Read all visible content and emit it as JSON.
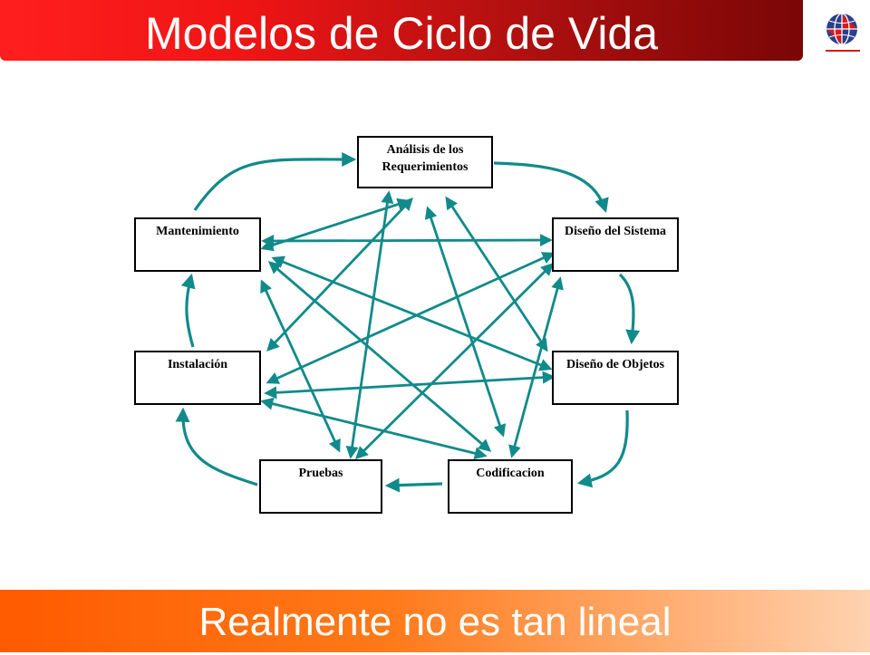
{
  "slide": {
    "title": "Modelos de Ciclo de Vida",
    "footer": "Realmente no es tan lineal"
  },
  "colors": {
    "title_red": "#e01010",
    "footer_orange": "#ff6a10",
    "arrow_teal": "#118a8a"
  },
  "logo": {
    "icon": "globe-logo-icon"
  },
  "nodes": {
    "analisis": "Análisis de los Requerimientos",
    "diseno_sistema": "Diseño del Sistema",
    "diseno_objetos": "Diseño de Objetos",
    "codificacion": "Codificacion",
    "pruebas": "Pruebas",
    "instalacion": "Instalación",
    "mantenimiento": "Mantenimiento"
  },
  "cycle": [
    {
      "from": "mantenimiento",
      "to": "analisis"
    },
    {
      "from": "analisis",
      "to": "diseno_sistema"
    },
    {
      "from": "diseno_sistema",
      "to": "diseno_objetos"
    },
    {
      "from": "diseno_objetos",
      "to": "codificacion"
    },
    {
      "from": "codificacion",
      "to": "pruebas"
    },
    {
      "from": "pruebas",
      "to": "instalacion"
    },
    {
      "from": "instalacion",
      "to": "mantenimiento"
    }
  ],
  "cross_links": [
    [
      "mantenimiento",
      "diseno_sistema"
    ],
    [
      "mantenimiento",
      "analisis"
    ],
    [
      "mantenimiento",
      "diseno_objetos"
    ],
    [
      "mantenimiento",
      "codificacion"
    ],
    [
      "mantenimiento",
      "pruebas"
    ],
    [
      "analisis",
      "instalacion"
    ],
    [
      "analisis",
      "pruebas"
    ],
    [
      "analisis",
      "codificacion"
    ],
    [
      "analisis",
      "diseno_objetos"
    ],
    [
      "diseno_sistema",
      "instalacion"
    ],
    [
      "diseno_sistema",
      "pruebas"
    ],
    [
      "diseno_sistema",
      "codificacion"
    ],
    [
      "diseno_objetos",
      "instalacion"
    ],
    [
      "instalacion",
      "codificacion"
    ]
  ]
}
